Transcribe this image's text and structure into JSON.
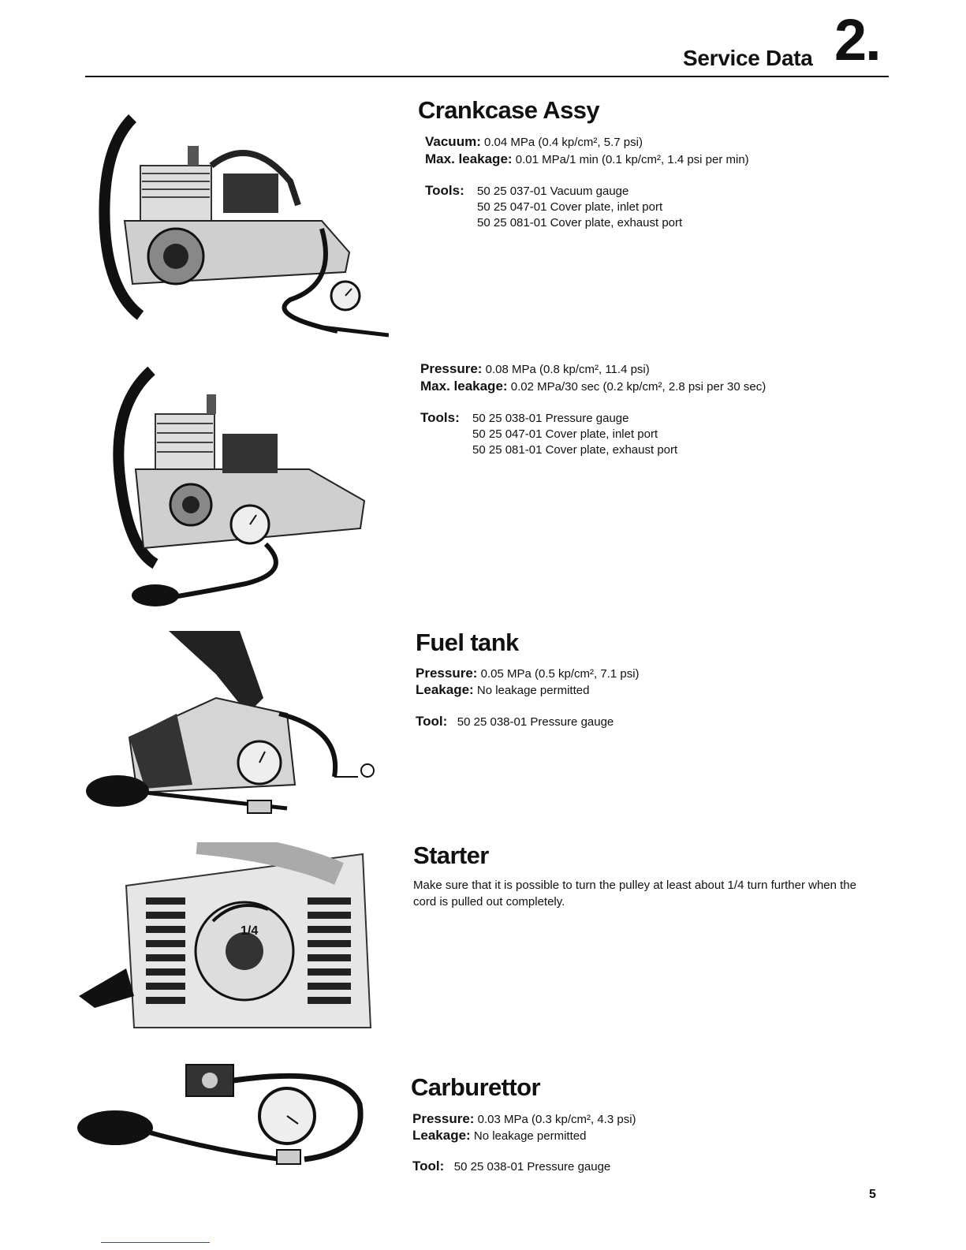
{
  "header": {
    "title": "Service Data",
    "chapter": "2."
  },
  "sections": {
    "crankcase": {
      "title": "Crankcase Assy",
      "vacuum": {
        "label": "Vacuum:",
        "value": "0.04 MPa (0.4 kp/cm², 5.7 psi)"
      },
      "leakage": {
        "label": "Max. leakage:",
        "value": "0.01 MPa/1 min (0.1 kp/cm², 1.4 psi per min)"
      },
      "tools": {
        "label": "Tools:",
        "items": [
          "50 25 037-01 Vacuum gauge",
          "50 25 047-01 Cover plate, inlet port",
          "50 25 081-01 Cover plate, exhaust port"
        ]
      }
    },
    "crankcase_pressure": {
      "pressure": {
        "label": "Pressure:",
        "value": "0.08 MPa (0.8 kp/cm², 11.4 psi)"
      },
      "leakage": {
        "label": "Max. leakage:",
        "value": "0.02 MPa/30 sec (0.2 kp/cm², 2.8 psi per 30 sec)"
      },
      "tools": {
        "label": "Tools:",
        "items": [
          "50 25 038-01 Pressure gauge",
          "50 25 047-01 Cover plate, inlet port",
          "50 25 081-01 Cover plate, exhaust port"
        ]
      }
    },
    "fuel_tank": {
      "title": "Fuel tank",
      "pressure": {
        "label": "Pressure:",
        "value": "0.05 MPa (0.5 kp/cm², 7.1 psi)"
      },
      "leakage": {
        "label": "Leakage:",
        "value": "No leakage permitted"
      },
      "tool": {
        "label": "Tool:",
        "value": "50 25 038-01 Pressure gauge"
      }
    },
    "starter": {
      "title": "Starter",
      "text": "Make sure that it is possible to turn the pulley at least about 1/4 turn further when the cord is pulled out completely.",
      "photo_label": "1/4"
    },
    "carburettor": {
      "title": "Carburettor",
      "pressure": {
        "label": "Pressure:",
        "value": "0.03 MPa (0.3 kp/cm², 4.3 psi)"
      },
      "leakage": {
        "label": "Leakage:",
        "value": "No leakage permitted"
      },
      "tool": {
        "label": "Tool:",
        "value": "50 25 038-01 Pressure gauge"
      }
    }
  },
  "page_number": "5"
}
